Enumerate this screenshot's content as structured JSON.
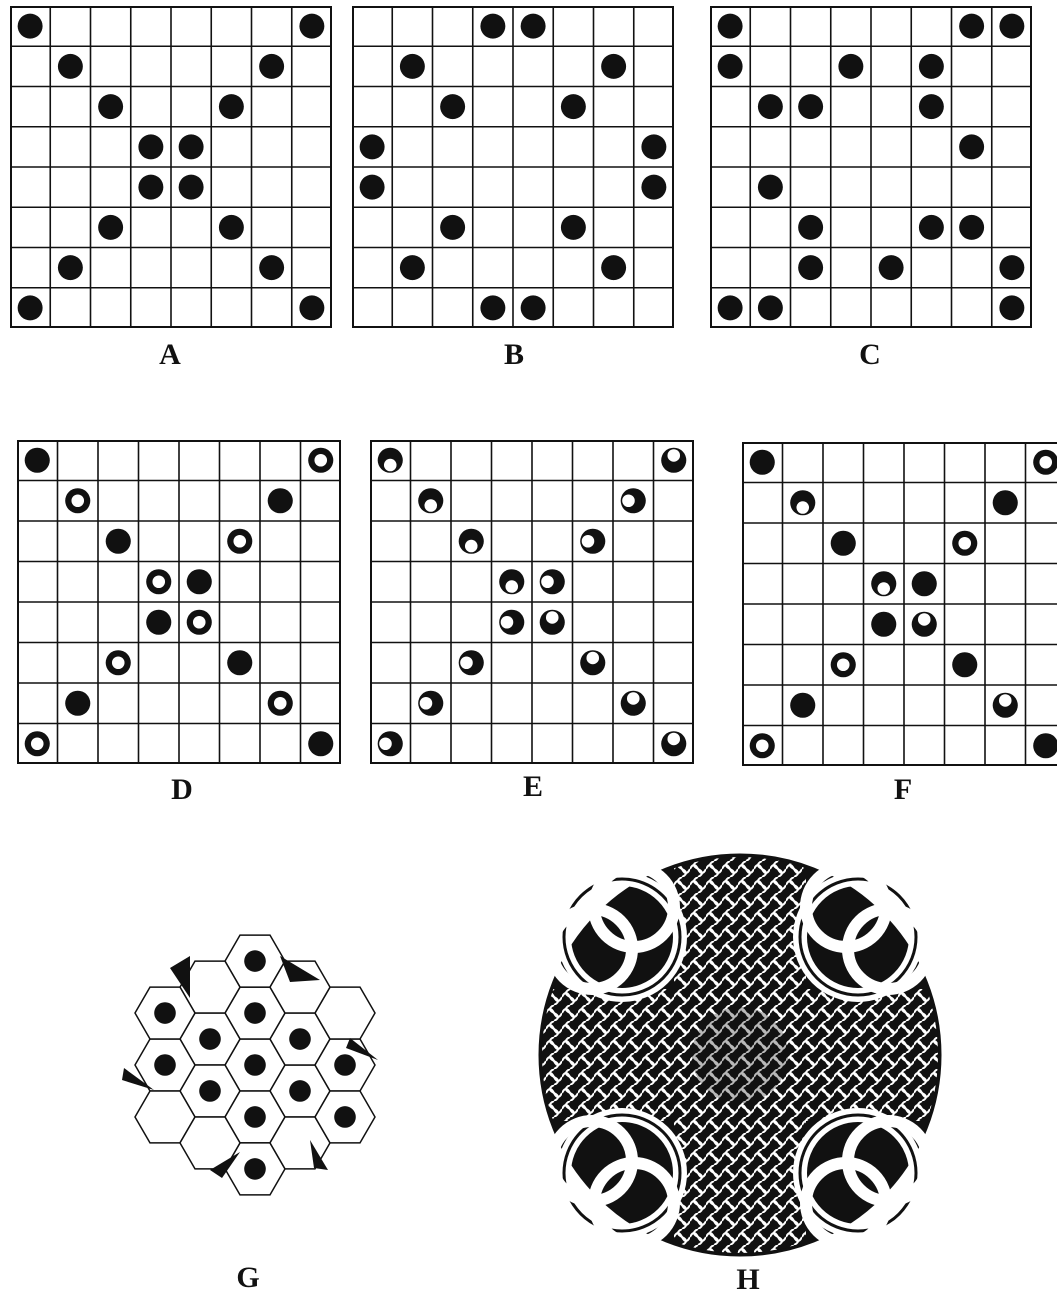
{
  "grid": {
    "rows": 8,
    "cols": 8
  },
  "colors": {
    "ink": "#111111",
    "paper": "#ffffff"
  },
  "panels": [
    {
      "id": "A",
      "label": "A",
      "pieces": [
        [
          0,
          0,
          "b"
        ],
        [
          0,
          7,
          "b"
        ],
        [
          1,
          1,
          "b"
        ],
        [
          1,
          6,
          "b"
        ],
        [
          2,
          2,
          "b"
        ],
        [
          2,
          5,
          "b"
        ],
        [
          3,
          3,
          "b"
        ],
        [
          3,
          4,
          "b"
        ],
        [
          4,
          3,
          "b"
        ],
        [
          4,
          4,
          "b"
        ],
        [
          5,
          2,
          "b"
        ],
        [
          5,
          5,
          "b"
        ],
        [
          6,
          1,
          "b"
        ],
        [
          6,
          6,
          "b"
        ],
        [
          7,
          0,
          "b"
        ],
        [
          7,
          7,
          "b"
        ]
      ]
    },
    {
      "id": "B",
      "label": "B",
      "pieces": [
        [
          0,
          3,
          "b"
        ],
        [
          0,
          4,
          "b"
        ],
        [
          1,
          1,
          "b"
        ],
        [
          1,
          6,
          "b"
        ],
        [
          2,
          2,
          "b"
        ],
        [
          2,
          5,
          "b"
        ],
        [
          3,
          0,
          "b"
        ],
        [
          3,
          7,
          "b"
        ],
        [
          4,
          0,
          "b"
        ],
        [
          4,
          7,
          "b"
        ],
        [
          5,
          2,
          "b"
        ],
        [
          5,
          5,
          "b"
        ],
        [
          6,
          1,
          "b"
        ],
        [
          6,
          6,
          "b"
        ],
        [
          7,
          3,
          "b"
        ],
        [
          7,
          4,
          "b"
        ]
      ]
    },
    {
      "id": "C",
      "label": "C",
      "pieces": [
        [
          0,
          0,
          "b"
        ],
        [
          0,
          6,
          "b"
        ],
        [
          0,
          7,
          "b"
        ],
        [
          1,
          0,
          "b"
        ],
        [
          1,
          3,
          "b"
        ],
        [
          1,
          5,
          "b"
        ],
        [
          2,
          1,
          "b"
        ],
        [
          2,
          2,
          "b"
        ],
        [
          2,
          5,
          "b"
        ],
        [
          3,
          6,
          "b"
        ],
        [
          4,
          1,
          "b"
        ],
        [
          5,
          2,
          "b"
        ],
        [
          5,
          5,
          "b"
        ],
        [
          5,
          6,
          "b"
        ],
        [
          6,
          2,
          "b"
        ],
        [
          6,
          4,
          "b"
        ],
        [
          6,
          7,
          "b"
        ],
        [
          7,
          0,
          "b"
        ],
        [
          7,
          1,
          "b"
        ],
        [
          7,
          7,
          "b"
        ]
      ]
    },
    {
      "id": "D",
      "label": "D",
      "pieces": [
        [
          0,
          0,
          "b"
        ],
        [
          0,
          7,
          "r"
        ],
        [
          1,
          1,
          "r"
        ],
        [
          1,
          6,
          "b"
        ],
        [
          2,
          2,
          "b"
        ],
        [
          2,
          5,
          "r"
        ],
        [
          3,
          3,
          "r"
        ],
        [
          3,
          4,
          "b"
        ],
        [
          4,
          3,
          "b"
        ],
        [
          4,
          4,
          "r"
        ],
        [
          5,
          2,
          "r"
        ],
        [
          5,
          5,
          "b"
        ],
        [
          6,
          1,
          "b"
        ],
        [
          6,
          6,
          "r"
        ],
        [
          7,
          0,
          "r"
        ],
        [
          7,
          7,
          "b"
        ]
      ]
    },
    {
      "id": "E",
      "label": "E",
      "pieces": [
        [
          0,
          0,
          "sb"
        ],
        [
          0,
          7,
          "st"
        ],
        [
          1,
          1,
          "sb"
        ],
        [
          1,
          6,
          "sl"
        ],
        [
          2,
          2,
          "sb"
        ],
        [
          2,
          5,
          "sl"
        ],
        [
          3,
          3,
          "sb"
        ],
        [
          3,
          4,
          "sl"
        ],
        [
          4,
          3,
          "sl"
        ],
        [
          4,
          4,
          "st"
        ],
        [
          5,
          2,
          "sl"
        ],
        [
          5,
          5,
          "st"
        ],
        [
          6,
          1,
          "sl"
        ],
        [
          6,
          6,
          "st"
        ],
        [
          7,
          0,
          "sl"
        ],
        [
          7,
          7,
          "st"
        ]
      ]
    },
    {
      "id": "F",
      "label": "F",
      "pieces": [
        [
          0,
          0,
          "b"
        ],
        [
          0,
          7,
          "r"
        ],
        [
          1,
          1,
          "sb"
        ],
        [
          1,
          6,
          "b"
        ],
        [
          2,
          2,
          "b"
        ],
        [
          2,
          5,
          "r"
        ],
        [
          3,
          3,
          "sb"
        ],
        [
          3,
          4,
          "b"
        ],
        [
          4,
          3,
          "b"
        ],
        [
          4,
          4,
          "st"
        ],
        [
          5,
          2,
          "r"
        ],
        [
          5,
          5,
          "b"
        ],
        [
          6,
          1,
          "b"
        ],
        [
          6,
          6,
          "st"
        ],
        [
          7,
          0,
          "r"
        ],
        [
          7,
          7,
          "b"
        ]
      ]
    }
  ],
  "hex_label": "G",
  "knot_label": "H"
}
